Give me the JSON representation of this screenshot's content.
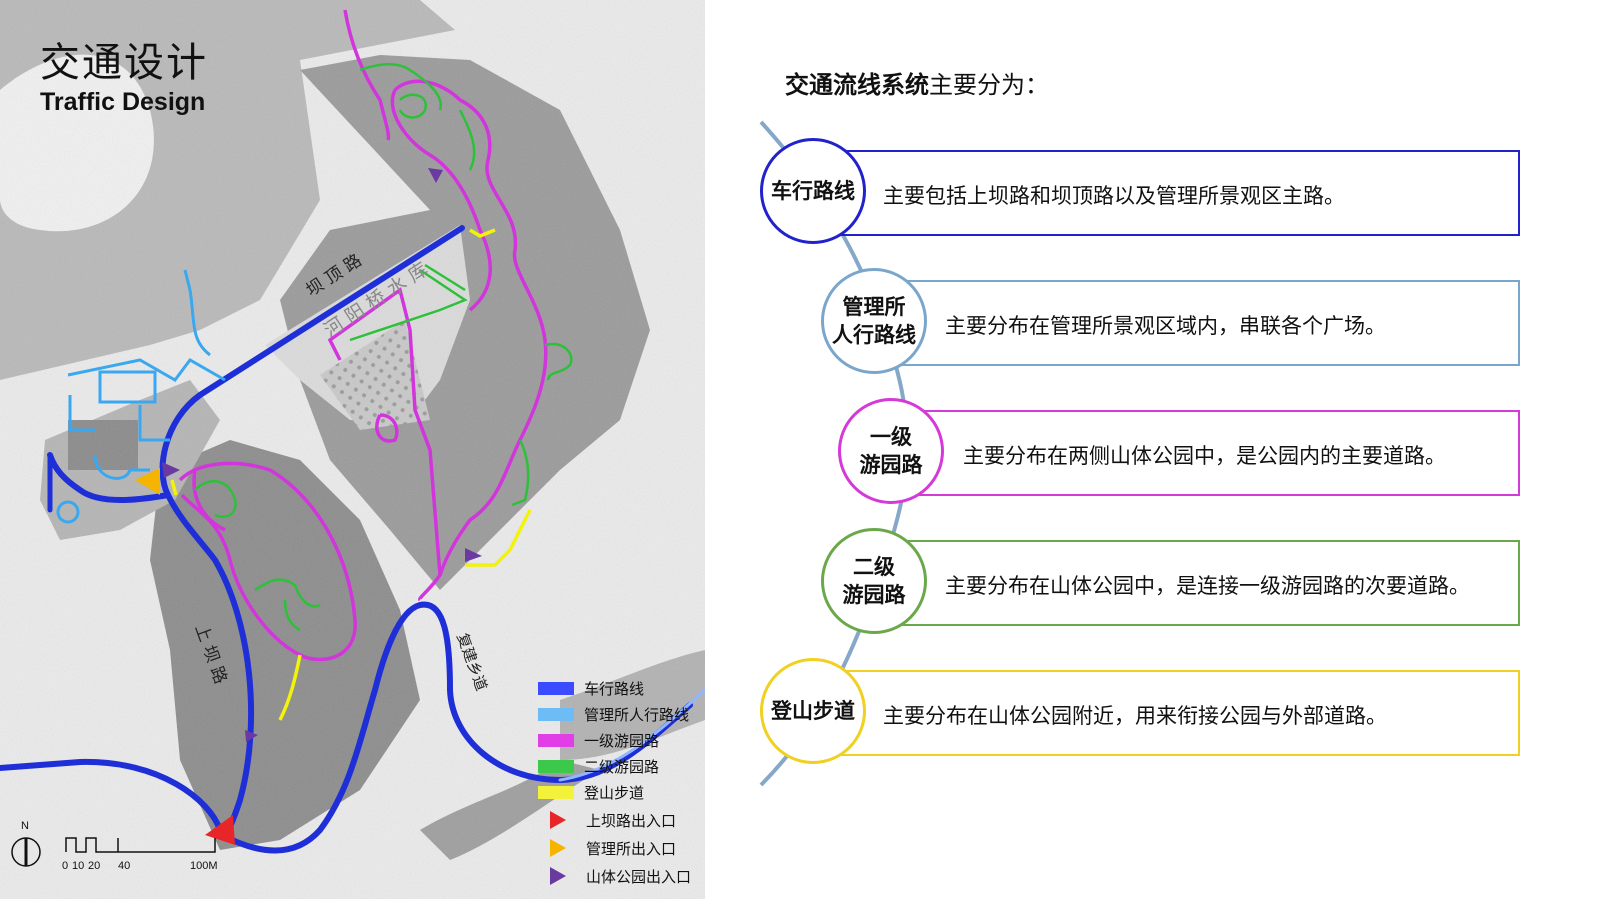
{
  "map": {
    "title_cn": "交通设计",
    "title_en": "Traffic Design",
    "north": "N",
    "road_labels": {
      "dam_top": "坝 顶 路",
      "dam_up": "上 坝 路",
      "fujian": "复建乡道",
      "bridge": "河 阳 桥 水 库"
    },
    "scale_labels": [
      "0",
      "10",
      "20",
      "40",
      "100M"
    ],
    "legend": [
      {
        "label": "车行路线",
        "kind": "bar",
        "color": "#3b4bff"
      },
      {
        "label": "管理所人行路线",
        "kind": "bar",
        "color": "#6ebcf5"
      },
      {
        "label": "一级游园路",
        "kind": "bar",
        "color": "#e23ee8"
      },
      {
        "label": "二级游园路",
        "kind": "bar",
        "color": "#3cc84a"
      },
      {
        "label": "登山步道",
        "kind": "bar",
        "color": "#f2f23a"
      },
      {
        "label": "上坝路出入口",
        "kind": "tri",
        "color": "#e8262a"
      },
      {
        "label": "管理所出入口",
        "kind": "tri",
        "color": "#f5b400"
      },
      {
        "label": "山体公园出入口",
        "kind": "tri",
        "color": "#6a3aa0"
      }
    ],
    "colors": {
      "vehicle": "#1f2fd8",
      "pedestrian": "#3aa8f0",
      "primary": "#d235dc",
      "secondary": "#2ec03a",
      "hiking": "#f2f20a"
    }
  },
  "summary": {
    "intro_bold": "交通流线系统",
    "intro_rest": "主要分为：",
    "rows": [
      {
        "name": "车行路线",
        "desc": "主要包括上坝路和坝顶路以及管理所景观区主路。",
        "color": "#2222cc"
      },
      {
        "name": "管理所\n人行路线",
        "desc": "主要分布在管理所景观区域内，串联各个广场。",
        "color": "#7aa6cc"
      },
      {
        "name": "一级\n游园路",
        "desc": "主要分布在两侧山体公园中，是公园内的主要道路。",
        "color": "#d43ad8"
      },
      {
        "name": "二级\n游园路",
        "desc": "主要分布在山体公园中，是连接一级游园路的次要道路。",
        "color": "#6aa84a"
      },
      {
        "name": "登山步道",
        "desc": "主要分布在山体公园附近，用来衔接公园与外部道路。",
        "color": "#f0d020"
      }
    ],
    "curve_color": "#86a8c8"
  }
}
